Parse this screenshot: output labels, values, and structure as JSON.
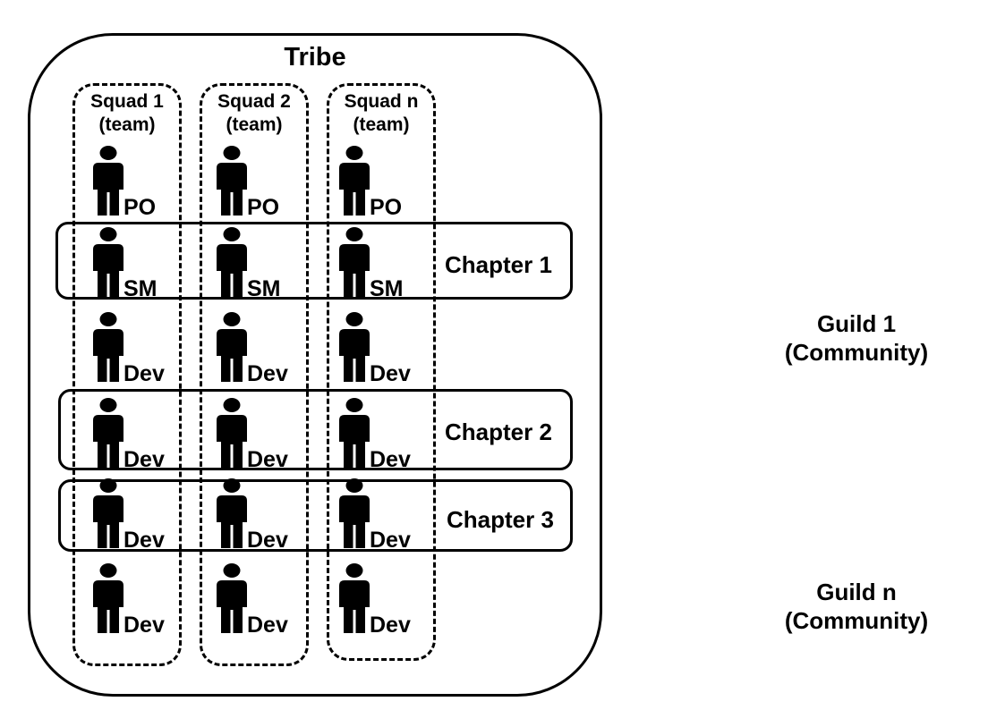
{
  "tribe": {
    "title": "Tribe"
  },
  "squads": [
    {
      "name": "Squad 1",
      "sub": "(team)"
    },
    {
      "name": "Squad 2",
      "sub": "(team)"
    },
    {
      "name": "Squad n",
      "sub": "(team)"
    }
  ],
  "roles": [
    "PO",
    "SM",
    "Dev",
    "Dev",
    "Dev",
    "Dev"
  ],
  "chapters": [
    "Chapter 1",
    "Chapter 2",
    "Chapter 3"
  ],
  "guilds": [
    {
      "name": "Guild 1",
      "sub": "(Community)"
    },
    {
      "name": "Guild n",
      "sub": "(Community)"
    }
  ]
}
